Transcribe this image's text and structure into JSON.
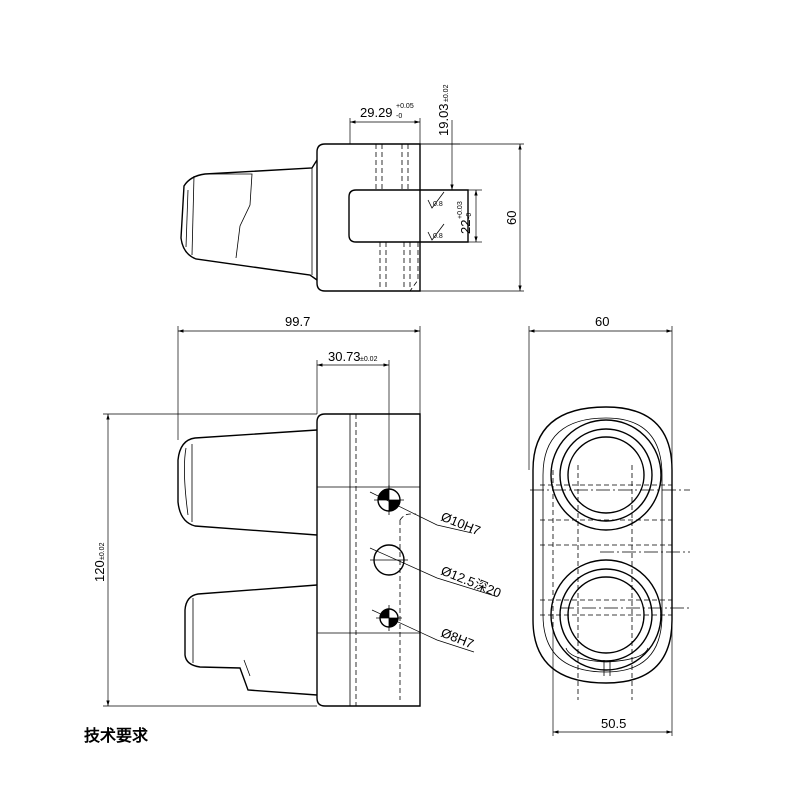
{
  "dimensions": {
    "top_width": "29.29",
    "top_width_tol_upper": "+0.05",
    "top_width_tol_lower": "-0",
    "top_offset": "19.03",
    "top_offset_tol": "±0.02",
    "top_height": "60",
    "slot_width": "22",
    "slot_tol_upper": "+0.03",
    "slot_tol_lower": "-0",
    "front_length": "99.7",
    "front_offset": "30.73",
    "front_offset_tol": "±0.02",
    "front_height": "120",
    "front_height_tol": "±0.02",
    "side_width": "60",
    "side_bottom_width": "50.5"
  },
  "callouts": {
    "hole_upper": "Ø10H7",
    "hole_middle": "Ø12.5",
    "hole_middle_depth": "深20",
    "hole_lower": "Ø8H7"
  },
  "roughness": {
    "upper": "0.8",
    "lower": "0.8"
  },
  "notes": {
    "technical_requirements": "技术要求"
  }
}
